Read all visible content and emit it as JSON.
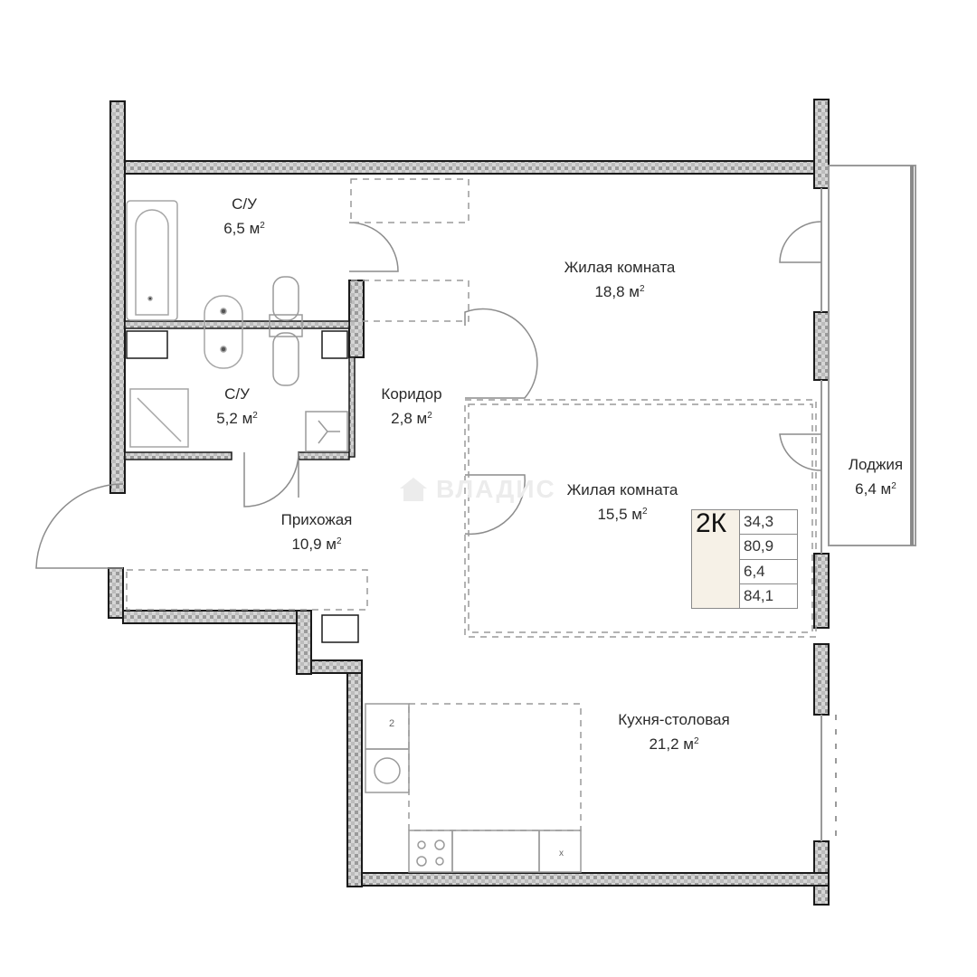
{
  "plan": {
    "unit_unit": "м",
    "unit_sup": "2",
    "rooms": [
      {
        "id": "bath-1",
        "name": "С/У",
        "area": "6,5"
      },
      {
        "id": "bath-2",
        "name": "С/У",
        "area": "5,2"
      },
      {
        "id": "corridor",
        "name": "Коридор",
        "area": "2,8"
      },
      {
        "id": "living-1",
        "name": "Жилая комната",
        "area": "18,8"
      },
      {
        "id": "living-2",
        "name": "Жилая комната",
        "area": "15,5"
      },
      {
        "id": "hallway",
        "name": "Прихожая",
        "area": "10,9"
      },
      {
        "id": "kitchen",
        "name": "Кухня-столовая",
        "area": "21,2"
      },
      {
        "id": "loggia",
        "name": "Лоджия",
        "area": "6,4"
      }
    ],
    "summary_badge": {
      "type": "2К",
      "living_area": "34,3",
      "total_area": "80,9",
      "loggia_area": "6,4",
      "total_with_loggia": "84,1",
      "accent_color": "#f6f1e7"
    },
    "watermark": "ВЛАДИС",
    "colors": {
      "wall": "#9a9a9a",
      "wall_outline": "#1a1a1a",
      "line": "#8c8c8c"
    }
  }
}
